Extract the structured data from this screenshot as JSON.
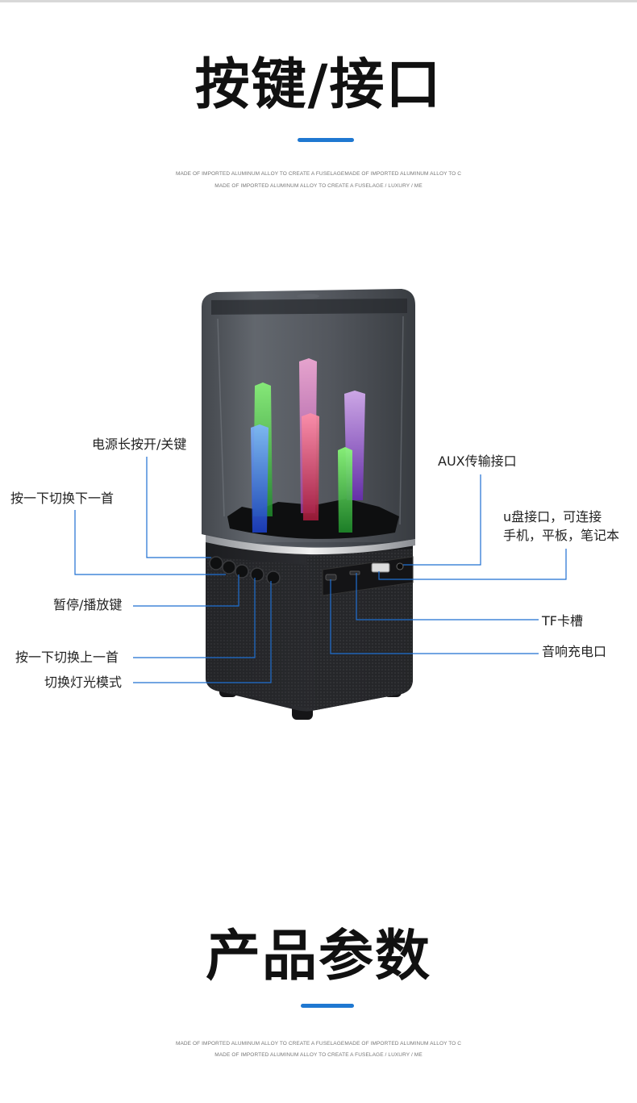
{
  "section1": {
    "title": "按键/接口",
    "sub_line1": "MADE OF IMPORTED ALUMINUM ALLOY TO CREATE A FUSELAGEMADE OF IMPORTED ALUMINUM ALLOY TO C",
    "sub_line2": "MADE OF IMPORTED ALUMINUM ALLOY TO CREATE A FUSELAGE / LUXURY / ME"
  },
  "labels": {
    "power": "电源长按开/关键",
    "next_track": "按一下切换下一首",
    "play_pause": "暂停/播放键",
    "prev_track": "按一下切换上一首",
    "light_mode": "切换灯光模式",
    "aux": "AUX传输接口",
    "usb_line1": "u盘接口，可连接",
    "usb_line2": "手机，平板，笔记本",
    "tf": "TF卡槽",
    "charge": "音响充电口"
  },
  "section2": {
    "title": "产品参数",
    "sub_line1": "MADE OF IMPORTED ALUMINUM ALLOY TO CREATE A FUSELAGEMADE OF IMPORTED ALUMINUM ALLOY TO C",
    "sub_line2": "MADE OF IMPORTED ALUMINUM ALLOY TO CREATE A FUSELAGE / LUXURY / ME"
  },
  "colors": {
    "accent": "#1f78d1",
    "leader_line": "#1f6fd1"
  }
}
